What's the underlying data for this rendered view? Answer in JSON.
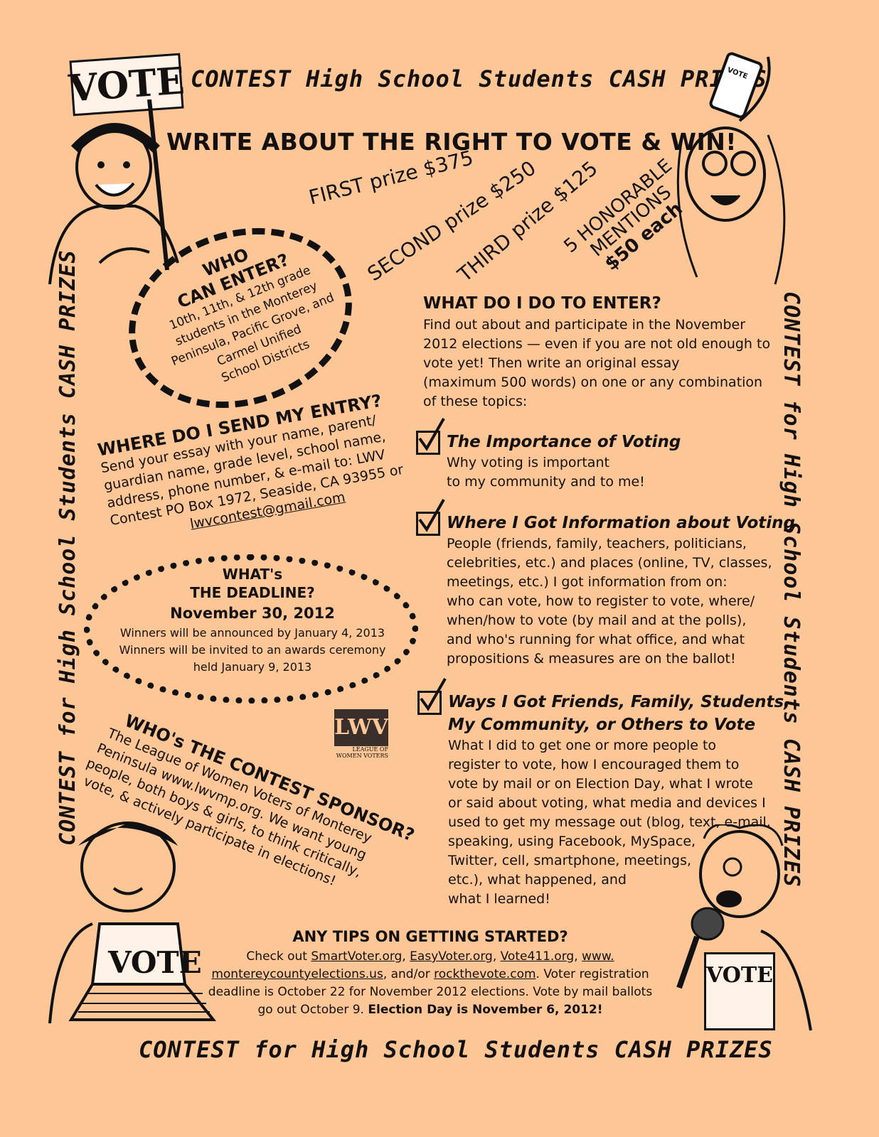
{
  "banners": {
    "top": "CONTEST High School Students CASH PRIZES",
    "left": "CONTEST for High School Students CASH PRIZES",
    "right": "CONTEST for High School Students CASH PRIZES",
    "bottom": "CONTEST for High School Students CASH PRIZES"
  },
  "headline": "WRITE ABOUT THE RIGHT TO VOTE & WIN!",
  "prizes": {
    "first": "FIRST prize $375",
    "second": "SECOND prize $250",
    "third": "THIRD prize $125",
    "honorable_1": "5 HONORABLE",
    "honorable_2": "MENTIONS",
    "honorable_3": "$50 each"
  },
  "who_can_enter": {
    "title_1": "WHO",
    "title_2": "CAN ENTER?",
    "lines": [
      "10th, 11th, & 12th grade",
      "students in the Monterey",
      "Peninsula, Pacific Grove, and",
      "Carmel Unified",
      "School Districts"
    ]
  },
  "where_send": {
    "title": "WHERE DO I SEND MY ENTRY?",
    "lines": [
      "Send your essay with your name, parent/",
      "guardian name, grade level, school name,",
      "address, phone number, & e-mail to: LWV",
      "Contest PO Box 1972, Seaside, CA 93955 or"
    ],
    "email": "lwvcontest@gmail.com"
  },
  "deadline": {
    "title_1": "WHAT's",
    "title_2": "THE DEADLINE?",
    "date": "November 30, 2012",
    "line_1": "Winners will be announced by January 4, 2013",
    "line_2": "Winners will be invited to an awards ceremony",
    "line_3": "held January 9, 2013"
  },
  "sponsor": {
    "title": "WHO's THE CONTEST SPONSOR?",
    "lines": [
      "The League of Women Voters of Monterey",
      "Peninsula www.lwvmp.org. We want young",
      "people, both boys & girls, to think critically,",
      "vote, & actively participate in elections!"
    ],
    "logo_text": "LWV",
    "logo_sub_1": "LEAGUE OF",
    "logo_sub_2": "WOMEN VOTERS"
  },
  "enter": {
    "title": "WHAT DO I DO TO ENTER?",
    "lines": [
      "Find out about and participate in the November",
      "2012 elections — even if you are not old enough to",
      "vote yet! Then write an original essay",
      "(maximum 500 words) on one or any combination",
      "of these topics:"
    ]
  },
  "topics": [
    {
      "heading": [
        "The Importance of Voting"
      ],
      "lines": [
        "Why voting is important",
        "to my community and to me!"
      ]
    },
    {
      "heading": [
        "Where I Got Information about Voting"
      ],
      "lines": [
        "People (friends, family, teachers, politicians,",
        "celebrities, etc.) and places (online, TV, classes,",
        "meetings, etc.) I got information from on:",
        "who can vote, how to register to vote, where/",
        "when/how to vote (by mail and at the polls),",
        "and who's running for what office, and what",
        "propositions & measures are on the ballot!"
      ]
    },
    {
      "heading": [
        "Ways I Got Friends, Family, Students,",
        "My Community, or Others to Vote"
      ],
      "lines": [
        "What I did to get one or more people to",
        "register to vote, how I encouraged them to",
        "vote by mail or on Election Day, what I wrote",
        "or said about voting, what media and devices I",
        "used to get my message out (blog, text, e-mail,",
        "speaking, using Facebook, MySpace,",
        "Twitter, cell, smartphone, meetings,",
        "etc.), what happened, and",
        "what I learned!"
      ]
    }
  ],
  "tips": {
    "title": "ANY TIPS ON GETTING STARTED?",
    "l1a": "Check out ",
    "l1b": "SmartVoter.org",
    "l1c": ", ",
    "l1d": "EasyVoter.org",
    "l1e": ", ",
    "l1f": "Vote411.org",
    "l1g": ", ",
    "l1h": "www.",
    "l2a": "montereycountyelections.us",
    "l2b": ", and/or ",
    "l2c": "rockthevote.com",
    "l2d": ". Voter registration",
    "l3": "deadline is October 22 for November 2012 elections. Vote by mail ballots",
    "l4a": "go out October 9. ",
    "l4b": "Election Day is November 6, 2012!"
  },
  "signs": {
    "top_left": "VOTE",
    "laptop": "VOTE",
    "paper": "VOTE",
    "phone": "VOTE"
  },
  "colors": {
    "background": "#fcc696",
    "ink": "#141010"
  }
}
